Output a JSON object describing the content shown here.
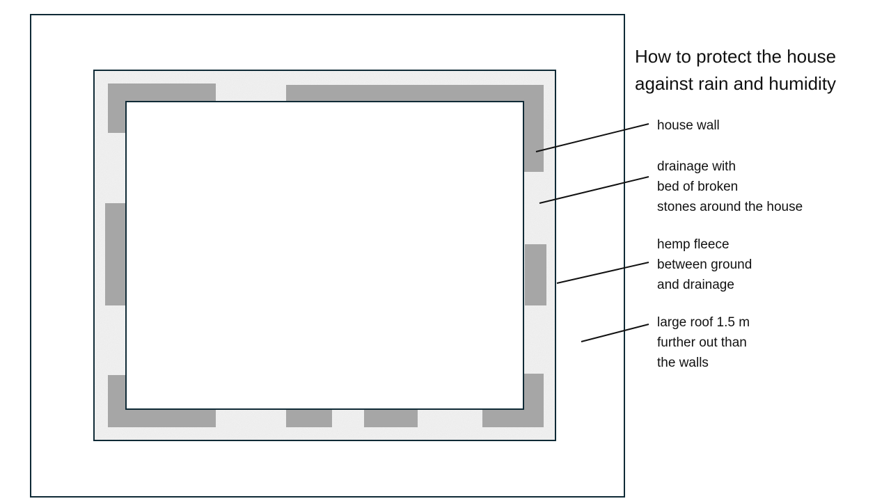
{
  "title": {
    "lines": [
      "How to protect the house",
      "against rain and humidity"
    ]
  },
  "labels": [
    {
      "name": "house-wall",
      "lines": [
        "house wall"
      ]
    },
    {
      "name": "drainage",
      "lines": [
        "drainage with",
        "bed of broken",
        "stones around the house"
      ]
    },
    {
      "name": "hemp-fleece",
      "lines": [
        "hemp fleece",
        "between ground",
        "and drainage"
      ]
    },
    {
      "name": "roof",
      "lines": [
        "large roof 1.5 m",
        "further out than",
        "the walls"
      ]
    }
  ],
  "colors": {
    "outline": "#0f2a36",
    "wall": "#a6a6a6",
    "drainage": "#eeeeee"
  }
}
